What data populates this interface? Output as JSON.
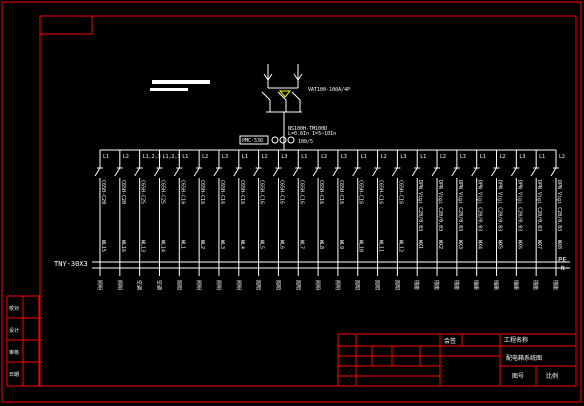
{
  "colors": {
    "background": "#000000",
    "frame": "#ff0000",
    "wire": "#ffffff",
    "label": "#ffffff",
    "accent_yellow": "#ffff00",
    "accent_cyan": "#00ffff",
    "accent_green": "#00ff00",
    "accent_magenta": "#ff00ff"
  },
  "main_switch": {
    "label": "VAT100-100A/4P"
  },
  "meter": {
    "lines": [
      "NS100H-TM100D",
      "L=0.8In  I=5~10In",
      "100/5"
    ],
    "panel_label": "PMC-530"
  },
  "busbar": {
    "label": "TNY-30X3",
    "pe_label": "PE",
    "n_label": "N"
  },
  "circuits": [
    {
      "phase": "L1",
      "breaker": "C65H-C20",
      "id": "WL15"
    },
    {
      "phase": "L2",
      "breaker": "C65H-C20",
      "id": "WL16"
    },
    {
      "phase": "L1,2,3",
      "breaker": "C65H-C25",
      "id": "WL13"
    },
    {
      "phase": "L1,2,3",
      "breaker": "C65H-C25",
      "id": "WL14"
    },
    {
      "phase": "L1",
      "breaker": "C65H-C16",
      "id": "WL1"
    },
    {
      "phase": "L2",
      "breaker": "C65H-C16",
      "id": "WL2"
    },
    {
      "phase": "L3",
      "breaker": "C65H-C16",
      "id": "WL3"
    },
    {
      "phase": "L1",
      "breaker": "C65H-C16",
      "id": "WL4"
    },
    {
      "phase": "L2",
      "breaker": "C65H-C16",
      "id": "WL5"
    },
    {
      "phase": "L3",
      "breaker": "C65H-C16",
      "id": "WL6"
    },
    {
      "phase": "L1",
      "breaker": "C65H-C16",
      "id": "WL7"
    },
    {
      "phase": "L2",
      "breaker": "C65H-C16",
      "id": "WL8"
    },
    {
      "phase": "L3",
      "breaker": "C65H-C16",
      "id": "WL9"
    },
    {
      "phase": "L1",
      "breaker": "C65H-C16",
      "id": "WL10"
    },
    {
      "phase": "L2",
      "breaker": "C65H-C16",
      "id": "WL11"
    },
    {
      "phase": "L3",
      "breaker": "C65H-C16",
      "id": "WL12"
    },
    {
      "phase": "L1",
      "breaker": "DPN Vigi C20/0.03",
      "id": "WX1"
    },
    {
      "phase": "L2",
      "breaker": "DPN Vigi C20/0.03",
      "id": "WX2"
    },
    {
      "phase": "L3",
      "breaker": "DPN Vigi C20/0.03",
      "id": "WX3"
    },
    {
      "phase": "L1",
      "breaker": "DPN Vigi C20/0.03",
      "id": "WX4"
    },
    {
      "phase": "L2",
      "breaker": "DPN Vigi C20/0.03",
      "id": "WX5"
    },
    {
      "phase": "L3",
      "breaker": "DPN Vigi C20/0.03",
      "id": "WX6"
    },
    {
      "phase": "L1",
      "breaker": "DPN Vigi C20/0.03",
      "id": "WX7"
    },
    {
      "phase": "L2",
      "breaker": "DPN Vigi C20/0.03",
      "id": "WX8"
    }
  ],
  "load_labels": [
    "照明",
    "照明",
    "空调",
    "空调",
    "照明",
    "照明",
    "照明",
    "照明",
    "照明",
    "照明",
    "照明",
    "照明",
    "照明",
    "照明",
    "照明",
    "照明",
    "插座",
    "插座",
    "插座",
    "插座",
    "插座",
    "插座",
    "插座",
    "插座"
  ],
  "left_stamp": {
    "rows": [
      "校对",
      "设计",
      "审核",
      "日期"
    ]
  },
  "title_block": {
    "header_left": "会签",
    "header_right": "工程名称",
    "project": "配电箱系统图",
    "drawing_no": "图号",
    "scale": "比例"
  }
}
